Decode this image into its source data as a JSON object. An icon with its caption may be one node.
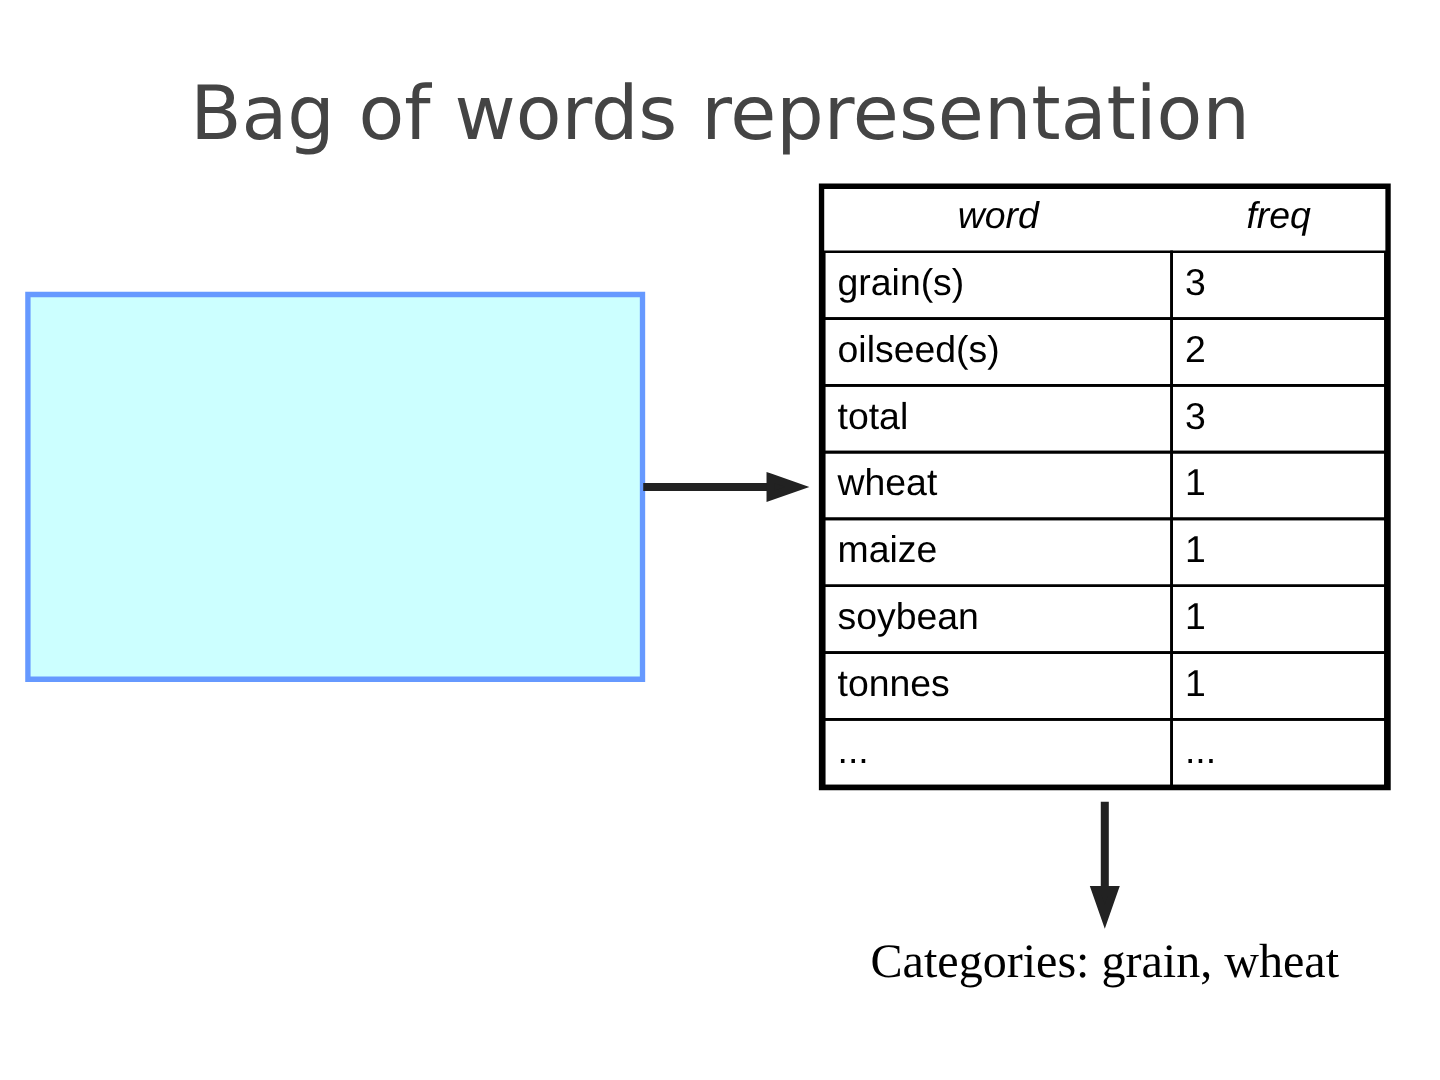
{
  "diagram": {
    "title": "Bag of words representation",
    "nodes": [
      {
        "text": [],
        "shape": "box"
      },
      {
        "text": [
          "word",
          "freq",
          "grain(s)",
          "3",
          "oilseed(s)",
          "2",
          "total",
          "3",
          "wheat",
          "1",
          "maize",
          "1",
          "soybean",
          "1",
          "tonnes",
          "1",
          "...",
          "..."
        ]
      },
      {
        "text": [
          "Categories: grain, wheat"
        ]
      }
    ],
    "edges": [
      {
        "from": 0,
        "to": 1,
        "arrow": "to"
      },
      {
        "from": 1,
        "to": 2,
        "arrow": "to"
      }
    ]
  }
}
